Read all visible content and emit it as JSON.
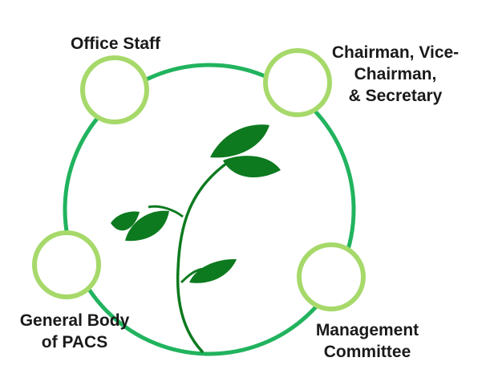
{
  "colors": {
    "ring": "#21b35e",
    "node_stroke": "#a6d96a",
    "node_fill": "#ffffff",
    "leaf": "#0d7a1f",
    "stem": "#0d7a1f",
    "text": "#1a1a1a"
  },
  "nodes": [
    {
      "id": "office-staff",
      "lines": [
        "Office Staff"
      ]
    },
    {
      "id": "chairman",
      "lines": [
        "Chairman, Vice-",
        "Chairman,",
        "& Secretary"
      ]
    },
    {
      "id": "general-body",
      "lines": [
        "General Body",
        "of PACS"
      ]
    },
    {
      "id": "management-committee",
      "lines": [
        "Management",
        "Committee"
      ]
    }
  ]
}
